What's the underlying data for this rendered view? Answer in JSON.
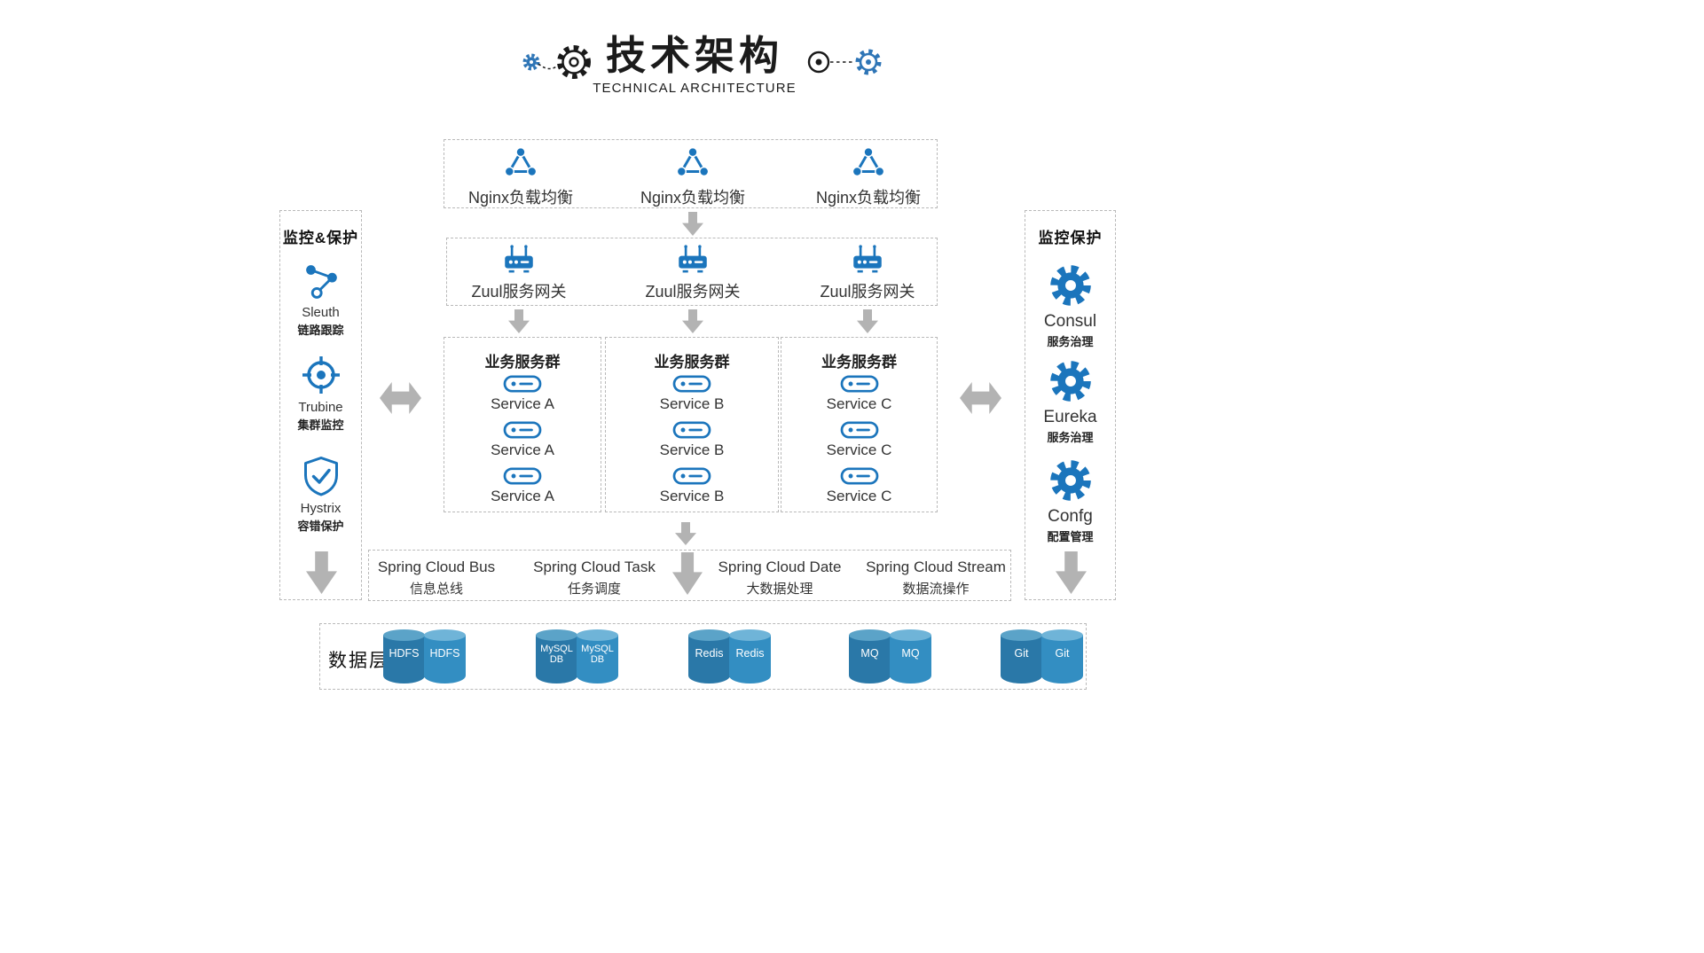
{
  "colors": {
    "primary": "#1b75bc",
    "arrow": "#b3b3b3",
    "cylinder": "#338ec2"
  },
  "header": {
    "title_zh": "技术架构",
    "title_en": "TECHNICAL ARCHITECTURE"
  },
  "left_panel": {
    "title": "监控&保护",
    "items": [
      {
        "icon": "share-nodes-icon",
        "name": "Sleuth",
        "desc": "链路跟踪"
      },
      {
        "icon": "target-icon",
        "name": "Trubine",
        "desc": "集群监控"
      },
      {
        "icon": "shield-check-icon",
        "name": "Hystrix",
        "desc": "容错保护"
      }
    ]
  },
  "right_panel": {
    "title": "监控保护",
    "items": [
      {
        "icon": "gear-icon",
        "name": "Consul",
        "desc": "服务治理"
      },
      {
        "icon": "gear-icon",
        "name": "Eureka",
        "desc": "服务治理"
      },
      {
        "icon": "gear-icon",
        "name": "Confg",
        "desc": "配置管理"
      }
    ]
  },
  "nginx_row": {
    "items": [
      "Nginx负载均衡",
      "Nginx负载均衡",
      "Nginx负载均衡"
    ]
  },
  "zuul_row": {
    "items": [
      "Zuul服务网关",
      "Zuul服务网关",
      "Zuul服务网关"
    ]
  },
  "service_groups": [
    {
      "title": "业务服务群",
      "services": [
        "Service A",
        "Service A",
        "Service A"
      ]
    },
    {
      "title": "业务服务群",
      "services": [
        "Service B",
        "Service B",
        "Service B"
      ]
    },
    {
      "title": "业务服务群",
      "services": [
        "Service C",
        "Service C",
        "Service C"
      ]
    }
  ],
  "spring_row": {
    "items": [
      {
        "name": "Spring Cloud Bus",
        "desc": "信息总线"
      },
      {
        "name": "Spring Cloud Task",
        "desc": "任务调度"
      },
      {
        "name": "Spring Cloud Date",
        "desc": "大数据处理"
      },
      {
        "name": "Spring Cloud Stream",
        "desc": "数据流操作"
      }
    ]
  },
  "data_layer": {
    "title": "数据层",
    "groups": [
      {
        "labels": [
          "HDFS",
          "HDFS"
        ]
      },
      {
        "labels": [
          "MySQL DB",
          "MySQL DB"
        ]
      },
      {
        "labels": [
          "Redis",
          "Redis"
        ]
      },
      {
        "labels": [
          "MQ",
          "MQ"
        ]
      },
      {
        "labels": [
          "Git",
          "Git"
        ]
      }
    ]
  }
}
